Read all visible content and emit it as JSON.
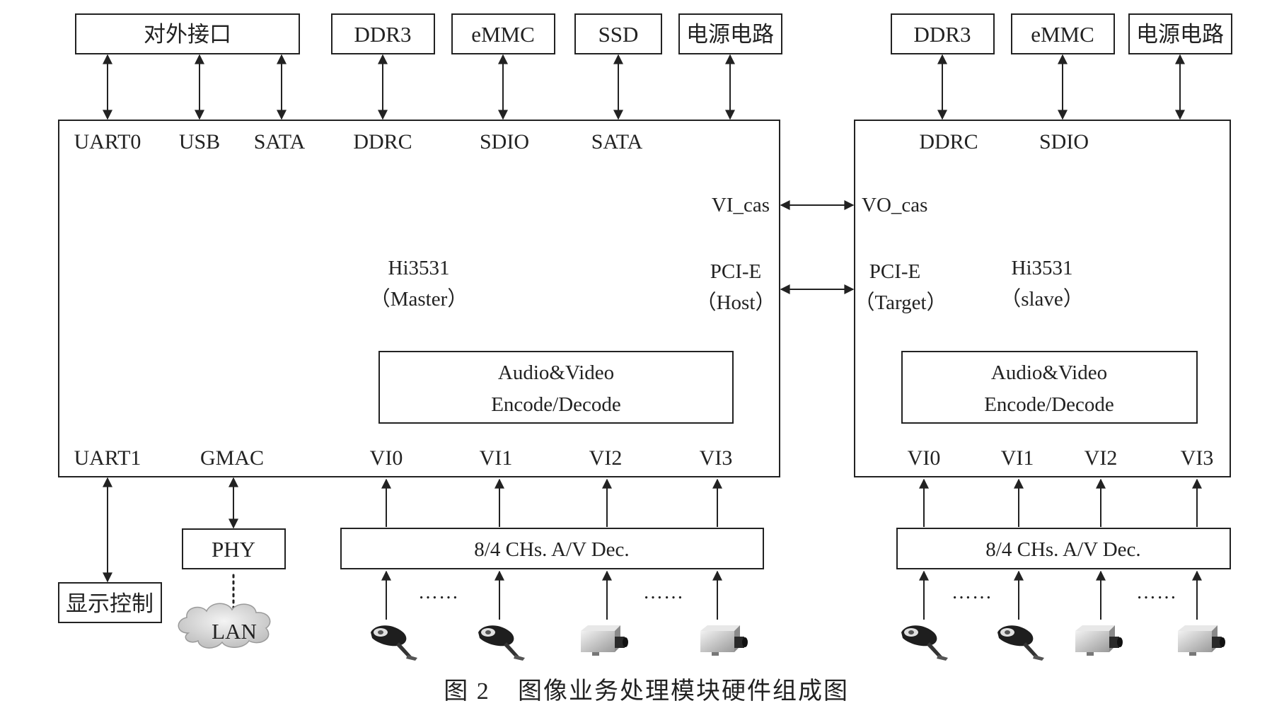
{
  "top": {
    "external": "对外接口",
    "master_ddr3": "DDR3",
    "master_emmc": "eMMC",
    "master_ssd": "SSD",
    "master_power": "电源电路",
    "slave_ddr3": "DDR3",
    "slave_emmc": "eMMC",
    "slave_power": "电源电路"
  },
  "master": {
    "top_ports": [
      "UART0",
      "USB",
      "SATA",
      "DDRC",
      "SDIO",
      "SATA"
    ],
    "vi_cas": "VI_cas",
    "pcie": "PCI-E",
    "pcie_role": "（Host）",
    "name": "Hi3531",
    "role": "（Master）",
    "codec_line1": "Audio&Video",
    "codec_line2": "Encode/Decode",
    "bottom_ports": [
      "UART1",
      "GMAC",
      "VI0",
      "VI1",
      "VI2",
      "VI3"
    ]
  },
  "slave": {
    "top_ports": [
      "DDRC",
      "SDIO"
    ],
    "vo_cas": "VO_cas",
    "pcie": "PCI-E",
    "pcie_role": "（Target）",
    "name": "Hi3531",
    "role": "（slave）",
    "codec_line1": "Audio&Video",
    "codec_line2": "Encode/Decode",
    "bottom_ports": [
      "VI0",
      "VI1",
      "VI2",
      "VI3"
    ]
  },
  "peripherals": {
    "display_ctrl": "显示控制",
    "phy": "PHY",
    "lan": "LAN",
    "master_decoder": "8/4 CHs. A/V Dec.",
    "slave_decoder": "8/4 CHs. A/V Dec.",
    "ellipsis": "……"
  },
  "caption": {
    "number": "图 2",
    "title": "图像业务处理模块硬件组成图"
  },
  "icons": {
    "camera_dome": "dome-camera-icon",
    "camera_box": "box-camera-icon",
    "cloud": "cloud-icon"
  }
}
